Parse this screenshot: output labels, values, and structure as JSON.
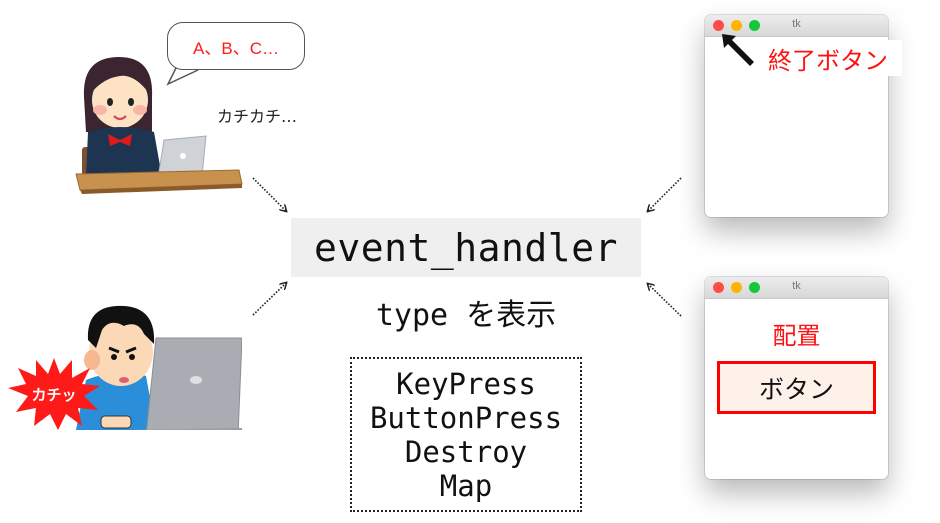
{
  "top_left": {
    "speech_bubble": "A、B、C…",
    "typing_sound": "カチカチ…",
    "illustration": "girl-typing-on-laptop"
  },
  "bottom_left": {
    "click_burst": "カチッ",
    "illustration": "boy-clicking-laptop"
  },
  "center": {
    "handler_name": "event_handler",
    "subtitle": "type を表示",
    "event_types": [
      "KeyPress",
      "ButtonPress",
      "Destroy",
      "Map"
    ]
  },
  "window_top": {
    "title": "tk",
    "annotation": "終了ボタン"
  },
  "window_bottom": {
    "title": "tk",
    "annotation": "配置",
    "button_label": "ボタン"
  },
  "colors": {
    "annotation_red": "#ff1111",
    "handler_bg": "#efefef",
    "button_bg": "#fdf1ea",
    "traffic_red": "#ff4c46",
    "traffic_yellow": "#ffb400",
    "traffic_green": "#15c83a"
  }
}
